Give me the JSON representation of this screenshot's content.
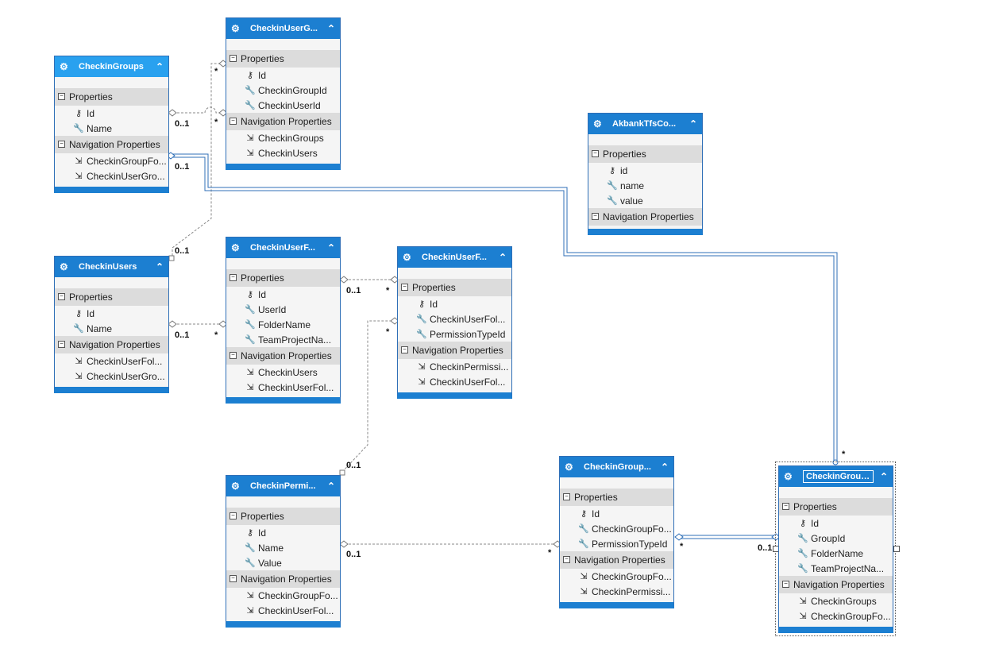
{
  "icons": {
    "entity": "entity-icon",
    "key": "key-icon",
    "property": "wrench-icon",
    "navigation": "navigation-icon",
    "collapse": "chevron-up-icon",
    "section_toggle": "minus-box-icon"
  },
  "colors": {
    "header": "#1c7fd1",
    "header_selected": "#29a1ef",
    "section": "#dcdcdc",
    "body": "#f5f5f5"
  },
  "sections": {
    "properties": "Properties",
    "navigation": "Navigation Properties"
  },
  "entities": {
    "checkin_groups": {
      "title": "CheckinGroups",
      "properties": [
        "Id",
        "Name"
      ],
      "navigation": [
        "CheckinGroupFo...",
        "CheckinUserGro..."
      ]
    },
    "checkin_user_groups": {
      "title": "CheckinUserG...",
      "properties": [
        "Id",
        "CheckinGroupId",
        "CheckinUserId"
      ],
      "navigation": [
        "CheckinGroups",
        "CheckinUsers"
      ]
    },
    "akbank_tfs_config": {
      "title": "AkbankTfsCo...",
      "properties": [
        "id",
        "name",
        "value"
      ],
      "navigation": []
    },
    "checkin_users": {
      "title": "CheckinUsers",
      "properties": [
        "Id",
        "Name"
      ],
      "navigation": [
        "CheckinUserFol...",
        "CheckinUserGro..."
      ]
    },
    "checkin_user_folders": {
      "title": "CheckinUserF...",
      "properties": [
        "Id",
        "UserId",
        "FolderName",
        "TeamProjectNa..."
      ],
      "navigation": [
        "CheckinUsers",
        "CheckinUserFol..."
      ]
    },
    "checkin_user_folder_permissions": {
      "title": "CheckinUserF...",
      "properties": [
        "Id",
        "CheckinUserFol...",
        "PermissionTypeId"
      ],
      "navigation": [
        "CheckinPermissi...",
        "CheckinUserFol..."
      ]
    },
    "checkin_permissions": {
      "title": "CheckinPermi...",
      "properties": [
        "Id",
        "Name",
        "Value"
      ],
      "navigation": [
        "CheckinGroupFo...",
        "CheckinUserFol..."
      ]
    },
    "checkin_group_folder_permissions": {
      "title": "CheckinGroup...",
      "properties": [
        "Id",
        "CheckinGroupFo...",
        "PermissionTypeId"
      ],
      "navigation": [
        "CheckinGroupFo...",
        "CheckinPermissi..."
      ]
    },
    "checkin_group_folders": {
      "title": "CheckinGroup...",
      "properties": [
        "Id",
        "GroupId",
        "FolderName",
        "TeamProjectNa..."
      ],
      "navigation": [
        "CheckinGroups",
        "CheckinGroupFo..."
      ]
    }
  },
  "cardinalities": {
    "groups_usergroups_one": "0..1",
    "groups_usergroups_many_top": "*",
    "groups_usergroups_many": "*",
    "groups_groupfolders_one": "0..1",
    "users_usergroups_one": "0..1",
    "users_userfolders_one": "0..1",
    "users_userfolders_many": "*",
    "userfolders_perms_one": "0..1",
    "userfolders_perms_many": "*",
    "permissions_userfolderperms_many": "*",
    "permissions_userfolderperms_one": "0..1",
    "permissions_groupfolderperms_one": "0..1",
    "permissions_groupfolderperms_many": "*",
    "groupfolderperms_many": "*",
    "groupfolders_one": "0..1",
    "groupfolders_many_top": "*"
  }
}
